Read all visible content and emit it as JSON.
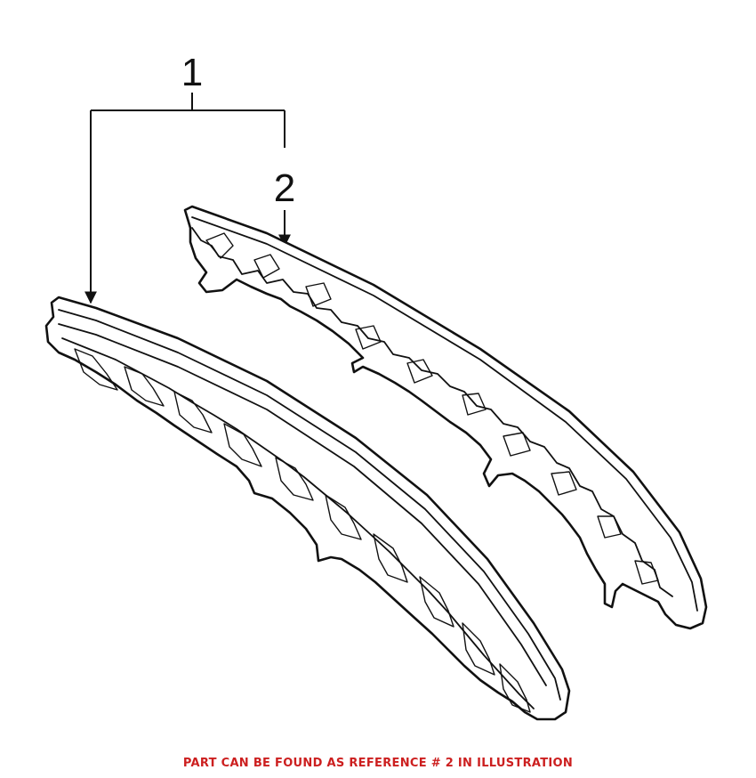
{
  "callouts": {
    "ref_1": "1",
    "ref_2": "2"
  },
  "footer_note": "PART CAN BE FOUND AS REFERENCE # 2 IN ILLUSTRATION",
  "colors": {
    "line": "#111111",
    "note": "#cc1f1f",
    "background": "#ffffff"
  }
}
